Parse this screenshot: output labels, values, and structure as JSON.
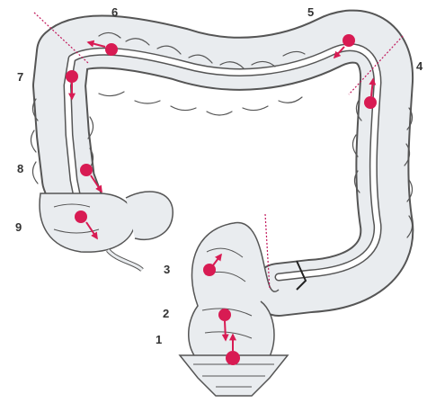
{
  "diagram": {
    "labels": [
      "1",
      "2",
      "3",
      "4",
      "5",
      "6",
      "7",
      "8",
      "9"
    ]
  },
  "colors": {
    "marker": "#d81b53",
    "outline": "#555555",
    "wall": "#e9ecef",
    "lumen": "#ffffff",
    "dotted_line": "#c2185b"
  },
  "icons": [
    "colon-outline-icon",
    "lesion-marker-icon",
    "direction-arrow-icon",
    "anatomic-boundary-line"
  ]
}
